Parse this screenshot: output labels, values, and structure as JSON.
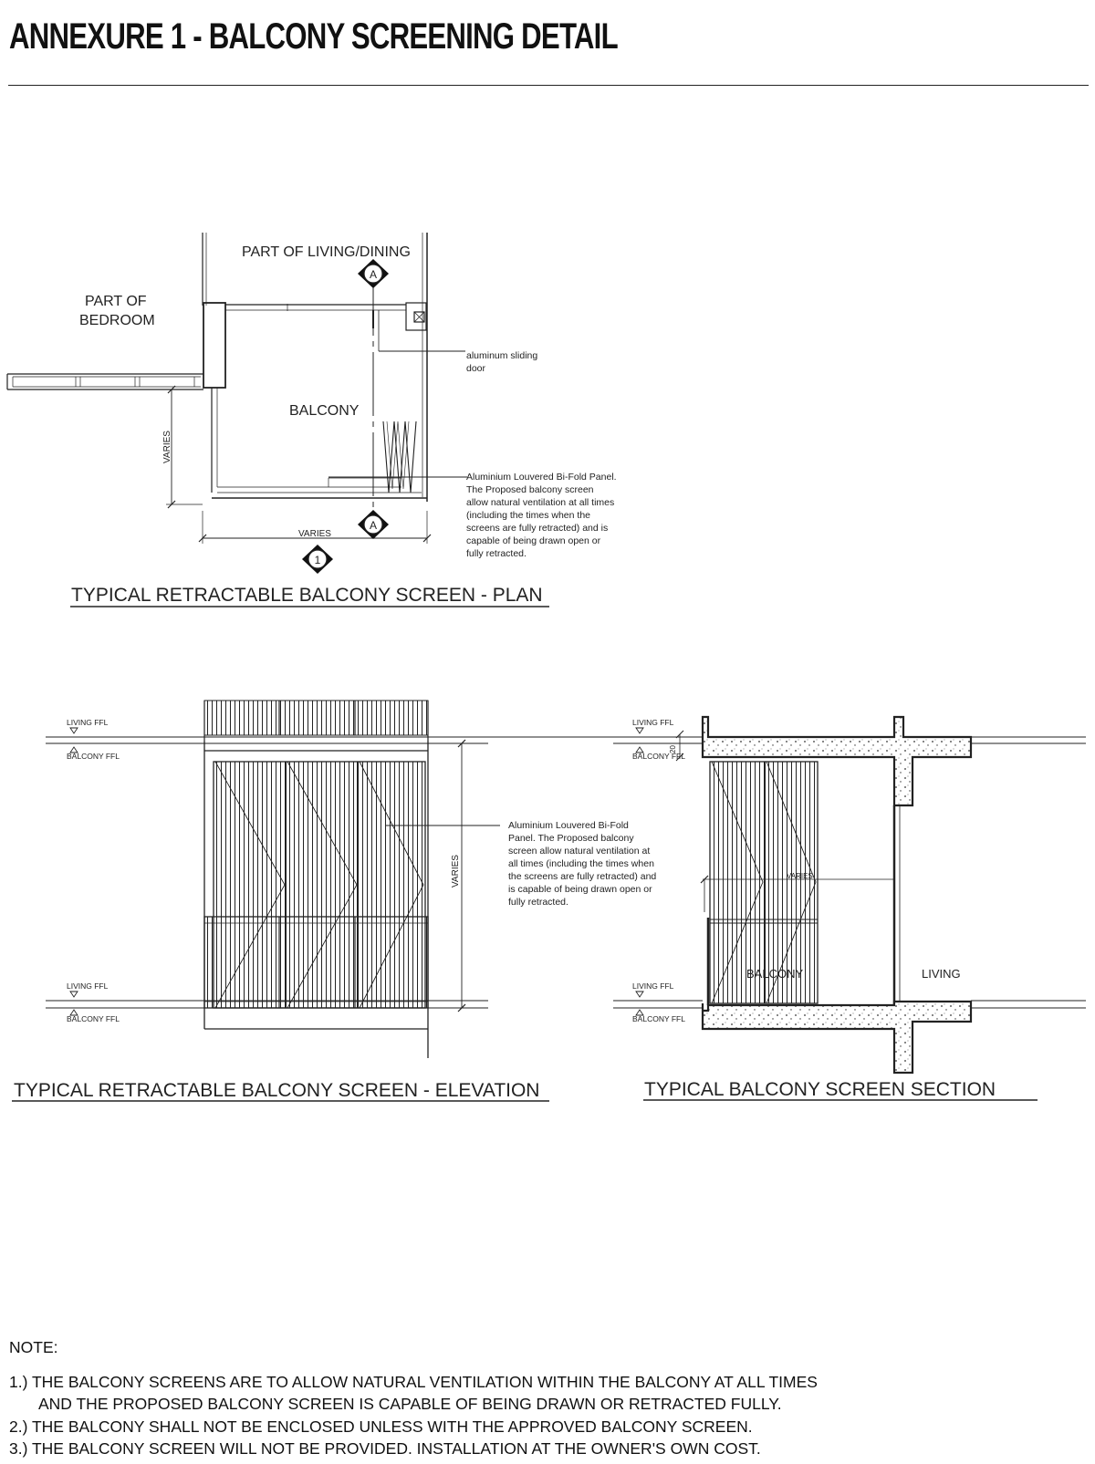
{
  "page": {
    "title": "ANNEXURE 1 - BALCONY SCREENING DETAIL"
  },
  "plan": {
    "title": "TYPICAL RETRACTABLE BALCONY SCREEN - PLAN",
    "living_dining_label": "PART OF LIVING/DINING",
    "bedroom_label_line1": "PART OF",
    "bedroom_label_line2": "BEDROOM",
    "balcony_label": "BALCONY",
    "varies_vertical": "VARIES",
    "varies_horizontal": "VARIES",
    "section_marker_top": "A",
    "section_marker_bottom": "A",
    "elevation_marker": "1",
    "door_note_line1": "aluminum sliding",
    "door_note_line2": "door",
    "panel_note": [
      "Aluminium Louvered Bi-Fold Panel.",
      "The Proposed balcony screen",
      "allow natural ventilation at all times",
      "(including the times when the",
      "screens are fully retracted) and is",
      "capable of being drawn open or",
      "fully retracted."
    ]
  },
  "elevation": {
    "title": "TYPICAL RETRACTABLE BALCONY SCREEN - ELEVATION",
    "living_ffl_top": "LIVING FFL",
    "balcony_ffl_top": "BALCONY FFL",
    "living_ffl_bottom": "LIVING FFL",
    "balcony_ffl_bottom": "BALCONY FFL",
    "varies": "VARIES",
    "panel_note": [
      "Aluminium Louvered Bi-Fold",
      "Panel. The Proposed balcony",
      "screen allow natural ventilation at",
      "all times (including the times when",
      "the screens are fully retracted) and",
      "is capable of being drawn open or",
      "fully retracted."
    ]
  },
  "section": {
    "title": "TYPICAL BALCONY SCREEN SECTION",
    "living_ffl_top": "LIVING FFL",
    "balcony_ffl_top": "BALCONY FFL",
    "living_ffl_bottom": "LIVING FFL",
    "balcony_ffl_bottom": "BALCONY FFL",
    "step_dim": "20",
    "varies": "VARIES",
    "balcony_label": "BALCONY",
    "living_label": "LIVING"
  },
  "notes": {
    "heading": "NOTE:",
    "items": [
      {
        "line1": "1.) THE BALCONY SCREENS ARE TO ALLOW NATURAL VENTILATION WITHIN THE BALCONY AT ALL TIMES",
        "line2": "AND THE PROPOSED BALCONY SCREEN IS CAPABLE OF BEING DRAWN OR RETRACTED FULLY."
      },
      {
        "line1": "2.) THE BALCONY SHALL NOT BE ENCLOSED UNLESS WITH THE APPROVED BALCONY SCREEN."
      },
      {
        "line1": "3.) THE BALCONY SCREEN WILL NOT BE PROVIDED. INSTALLATION AT THE OWNER'S OWN COST."
      }
    ]
  }
}
